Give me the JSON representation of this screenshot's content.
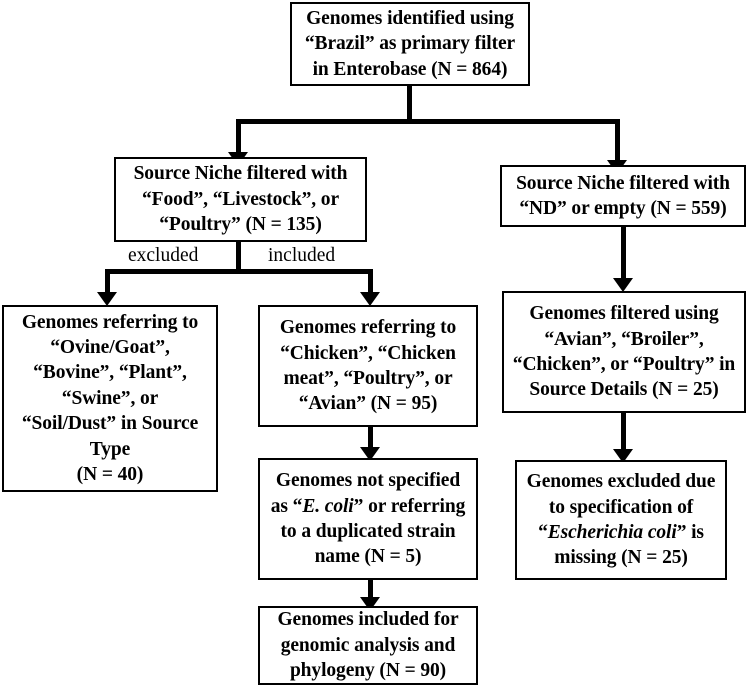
{
  "figure": {
    "type": "flowchart",
    "title": "Genome selection and filtering workflow",
    "orientation": "top-down",
    "colors": {
      "stroke": "#000000",
      "fill": "#ffffff",
      "text": "#000000"
    }
  },
  "nodes": {
    "root": {
      "id": "n1",
      "lines": [
        "Genomes identified using",
        "“Brazil” as primary filter",
        "in Enterobase (N = 864)"
      ],
      "count": 864
    },
    "niche_food": {
      "id": "n2",
      "lines": [
        "Source Niche filtered with",
        "“Food”, “Livestock”, or",
        "“Poultry” (N = 135)"
      ],
      "count": 135
    },
    "niche_nd": {
      "id": "n3",
      "lines": [
        "Source Niche filtered with",
        "“ND” or empty (N = 559)"
      ],
      "count": 559
    },
    "excluded_sources": {
      "id": "n4",
      "lines": [
        "Genomes referring to",
        "“Ovine/Goat”,",
        "“Bovine”, “Plant”,",
        "“Swine”, or",
        "“Soil/Dust” in Source",
        "Type",
        "(N = 40)"
      ],
      "count": 40
    },
    "included_poultry": {
      "id": "n5",
      "lines": [
        "Genomes referring to",
        "“Chicken”, “Chicken",
        "meat”, “Poultry”, or",
        "“Avian” (N = 95)"
      ],
      "count": 95
    },
    "not_specified": {
      "id": "n6",
      "line1": "Genomes not specified",
      "line2_pre": "as “",
      "line2_italic": "E. coli",
      "line2_post": "” or referring",
      "line3": "to a duplicated strain",
      "line4": "name (N = 5)",
      "count": 5
    },
    "final_included": {
      "id": "n7",
      "lines": [
        "Genomes included for",
        "genomic analysis and",
        "phylogeny (N = 90)"
      ],
      "count": 90
    },
    "details_filtered": {
      "id": "n8",
      "lines": [
        "Genomes filtered using",
        "“Avian”, “Broiler”,",
        "“Chicken”, or “Poultry” in",
        "Source Details (N = 25)"
      ],
      "count": 25
    },
    "excluded_missing": {
      "id": "n9",
      "line1": "Genomes excluded due",
      "line2": "to specification of",
      "line3_pre": "“",
      "line3_italic": "Escherichia coli",
      "line3_post": "” is",
      "line4": "missing  (N = 25)",
      "count": 25
    }
  },
  "edge_labels": {
    "excluded": "excluded",
    "included": "included"
  }
}
